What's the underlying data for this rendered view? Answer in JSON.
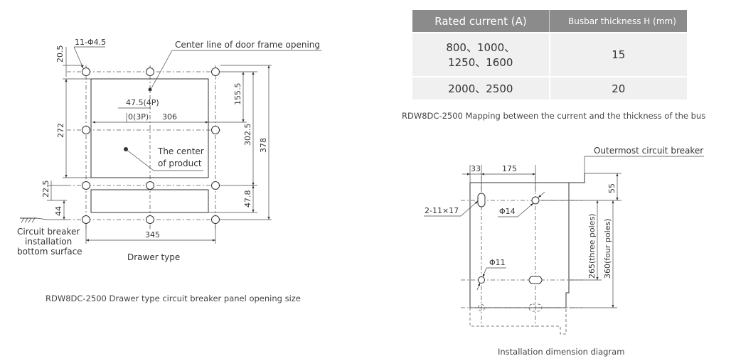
{
  "left_diagram": {
    "hole_spec": "11-Φ4.5",
    "centerline_label": "Center line of door frame opening",
    "dims": {
      "d20_5": "20.5",
      "d272": "272",
      "d47_5": "47.5(4P)",
      "d0_3p": "0(3P)",
      "d306": "306",
      "d155_5": "155.5",
      "d302_5": "302.5",
      "d378": "378",
      "d22_5": "22.5",
      "d44": "44",
      "d47_8": "47.8",
      "d345": "345"
    },
    "center_label_1": "The center",
    "center_label_2": "of product",
    "cb_label_1": "Circuit breaker",
    "cb_label_2": "installation",
    "cb_label_3": "bottom surface",
    "subtitle": "Drawer type",
    "caption": "RDW8DC-2500 Drawer type circuit breaker panel opening size"
  },
  "table": {
    "headers": [
      "Rated current (A)",
      "Busbar thickness H (mm)"
    ],
    "rows": [
      {
        "current_1": "800、1000、",
        "current_2": "1250、1600",
        "thickness": "15"
      },
      {
        "current_1": "2000、2500",
        "current_2": "",
        "thickness": "20"
      }
    ],
    "caption": "RDW8DC-2500 Mapping between the current and the thickness of the bus"
  },
  "right_diagram": {
    "outermost_label": "Outermost circuit breaker",
    "dims": {
      "d33": "33",
      "d175": "175",
      "d55": "55",
      "slot": "2-11×17",
      "phi14": "Φ14",
      "phi11": "Φ11",
      "d265": "265(three poles)",
      "d360": "360(four poles)"
    },
    "caption": "Installation dimension diagram"
  }
}
